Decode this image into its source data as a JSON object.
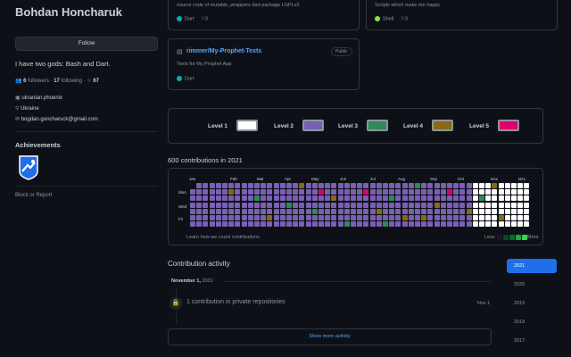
{
  "profile": {
    "name": "Bohdan Honcharuk",
    "follow_label": "Follow",
    "bio": "I have two gods: Bash and Dart.",
    "followers_count": "6",
    "followers_label": "followers",
    "following_count": "17",
    "following_label": "following",
    "stars_count": "67",
    "org": "ukranian.phoenix",
    "location": "Ukraine",
    "email": "bogdan.goncharuck@gmail.com",
    "achievements_title": "Achievements",
    "block_report": "Block or Report"
  },
  "pinned": [
    {
      "desc": "source code of mutable_wrappers dart package LGPLv2",
      "lang": "Dart",
      "lang_color": "#00B4AB",
      "stars": "3"
    },
    {
      "desc": "Scripts which make me happy",
      "lang": "Shell",
      "lang_color": "#89e051",
      "stars": "3"
    },
    {
      "title": "rimmer/My-Prophet-Texts",
      "badge": "Public",
      "desc": "Texts for My Prophet App",
      "lang": "Dart",
      "lang_color": "#00B4AB"
    }
  ],
  "legend_levels": [
    {
      "label": "Level 1",
      "color": "#ffffff"
    },
    {
      "label": "Level 2",
      "color": "#7a5fb5"
    },
    {
      "label": "Level 3",
      "color": "#2e8b57"
    },
    {
      "label": "Level 4",
      "color": "#8b6914"
    },
    {
      "label": "Level 5",
      "color": "#e0006e"
    }
  ],
  "contributions": {
    "heading": "600 contributions in 2021",
    "months": [
      "Jan",
      "Feb",
      "Mar",
      "Apr",
      "May",
      "Jun",
      "Jul",
      "Aug",
      "Sep",
      "Oct",
      "Nov",
      "Dec"
    ],
    "days": [
      "Mon",
      "Wed",
      "Fri"
    ],
    "learn_link": "Learn how we count contributions",
    "less": "Less",
    "more": "More"
  },
  "activity": {
    "title": "Contribution activity",
    "date_label": "November 1,",
    "date_year": "2021",
    "item_text": "1 contribution in private repositories",
    "item_date": "Nov 1",
    "show_more": "Show more activity"
  },
  "years": [
    "2021",
    "2020",
    "2019",
    "2018",
    "2017"
  ]
}
